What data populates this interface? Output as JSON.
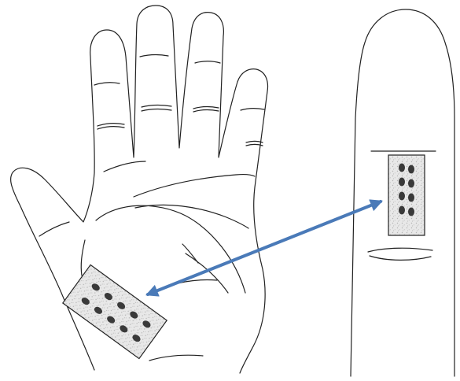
{
  "figure": {
    "subjects": [
      "left-hand-palm",
      "finger-closeup"
    ],
    "patch_dots": {
      "palm_patch": 10,
      "finger_patch": 8
    },
    "arrow": {
      "style": "double-headed",
      "color": "#4a7ab8"
    },
    "colors": {
      "ink": "#222222",
      "patch_fill": "#e6e6e6",
      "dot": "#3a3a3a",
      "background": "#ffffff"
    }
  }
}
